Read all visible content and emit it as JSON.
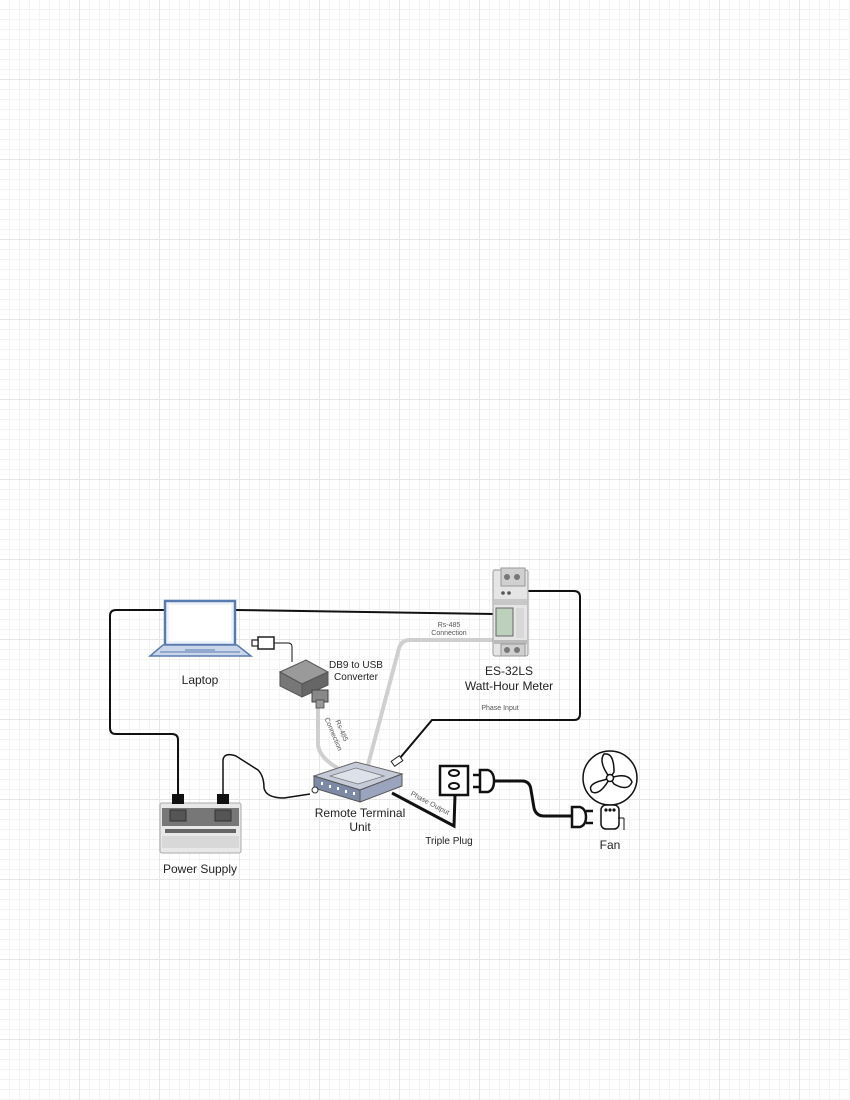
{
  "labels": {
    "laptop": "Laptop",
    "db9_line1": "DB9 to USB",
    "db9_line2": "Converter",
    "meter_line1": "ES-32LS",
    "meter_line2": "Watt-Hour Meter",
    "rtu_line1": "Remote Terminal",
    "rtu_line2": "Unit",
    "power_supply": "Power Supply",
    "triple_plug": "Triple Plug",
    "fan": "Fan"
  },
  "connection_labels": {
    "rs485_top_line1": "Rs-485",
    "rs485_top_line2": "Connection",
    "rs485_diag_line1": "Rs-485",
    "rs485_diag_line2": "Connection",
    "phase_input": "Phase Input",
    "phase_output": "Phase Output"
  },
  "colors": {
    "wire_black": "#111111",
    "wire_gray": "#c8c8c8",
    "laptop_blue": "#5a7bb0"
  }
}
